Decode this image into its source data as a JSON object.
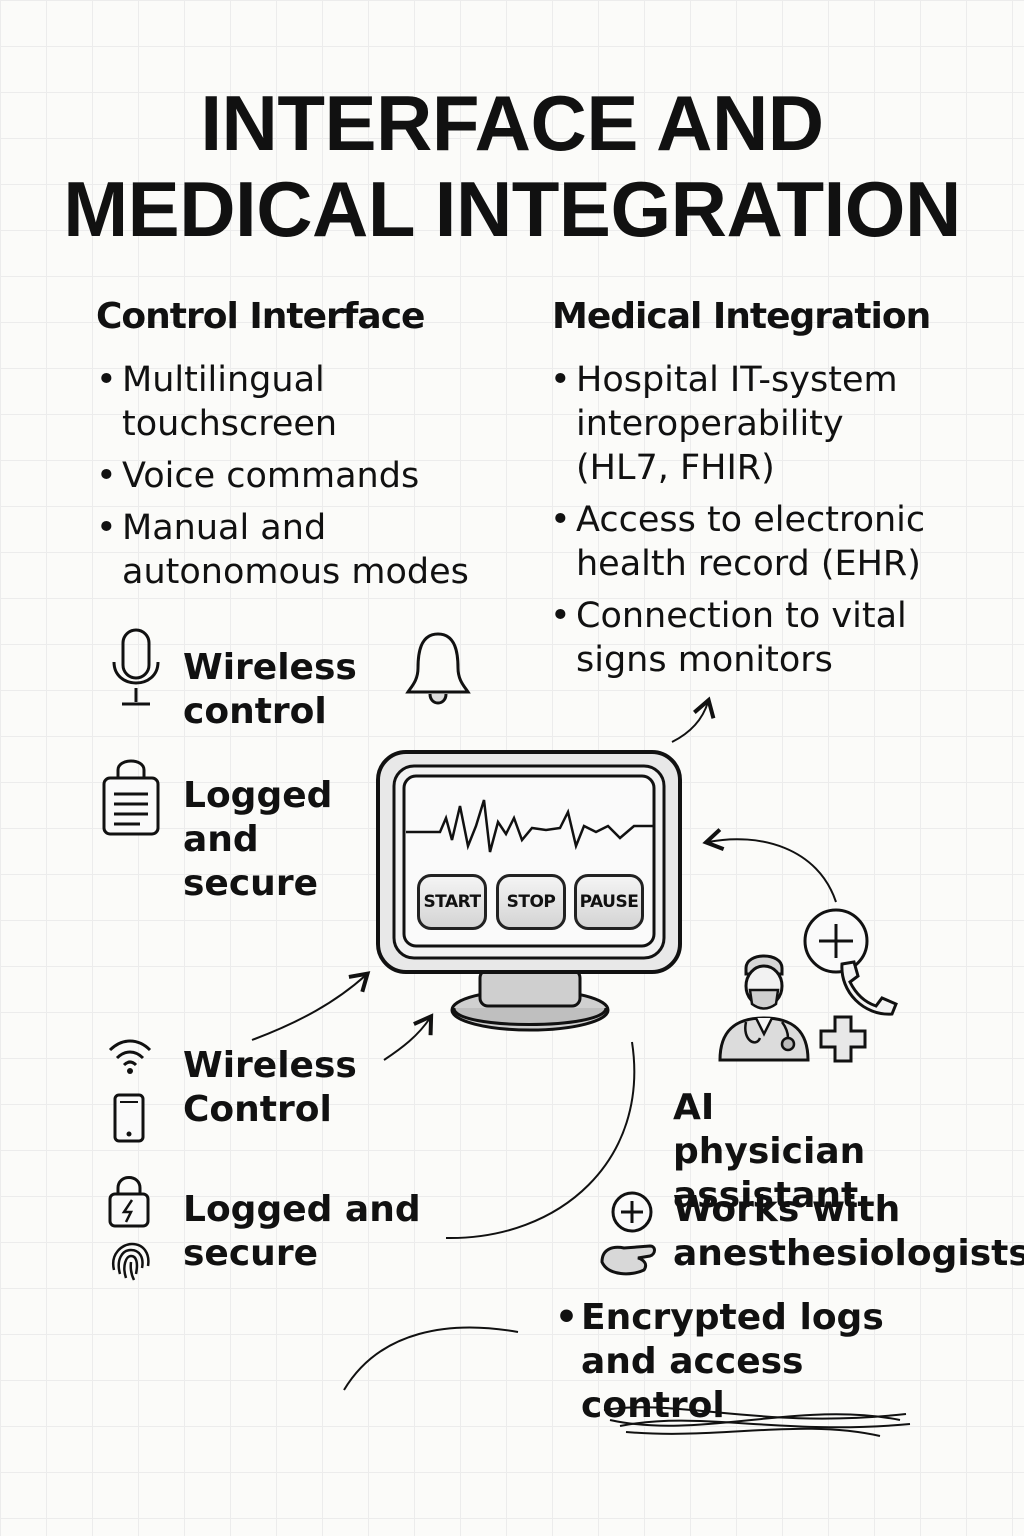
{
  "title": {
    "line1": "INTERFACE AND",
    "line2": "MEDICAL INTEGRATION"
  },
  "control_interface": {
    "heading": "Control Interface",
    "items": [
      "Multilingual touchscreen",
      "Voice commands",
      "Manual and autonomous modes"
    ]
  },
  "medical_integration": {
    "heading": "Medical Integration",
    "items": [
      "Hospital IT-system interoperability (HL7, FHIR)",
      "Access to electronic health record (EHR)",
      "Connection to vital signs monitors"
    ]
  },
  "labels": {
    "wireless_control_1": "Wireless control",
    "logged_secure_1": "Logged and secure",
    "wireless_control_2": "Wireless Control",
    "logged_secure_2": "Logged and secure",
    "ai_assistant": "AI physician assistant",
    "works_with": "Works with anesthesiologists",
    "encrypted": "Encrypted logs and access control"
  },
  "monitor": {
    "start": "START",
    "stop": "STOP",
    "pause": "PAUSE"
  },
  "icons": [
    "microphone-icon",
    "bell-icon",
    "locked-document-icon",
    "wifi-icon",
    "phone-icon",
    "padlock-icon",
    "fingerprint-icon",
    "physician-icon",
    "plus-circle-icon",
    "telephone-icon",
    "medical-cross-icon",
    "hand-plus-icon"
  ]
}
